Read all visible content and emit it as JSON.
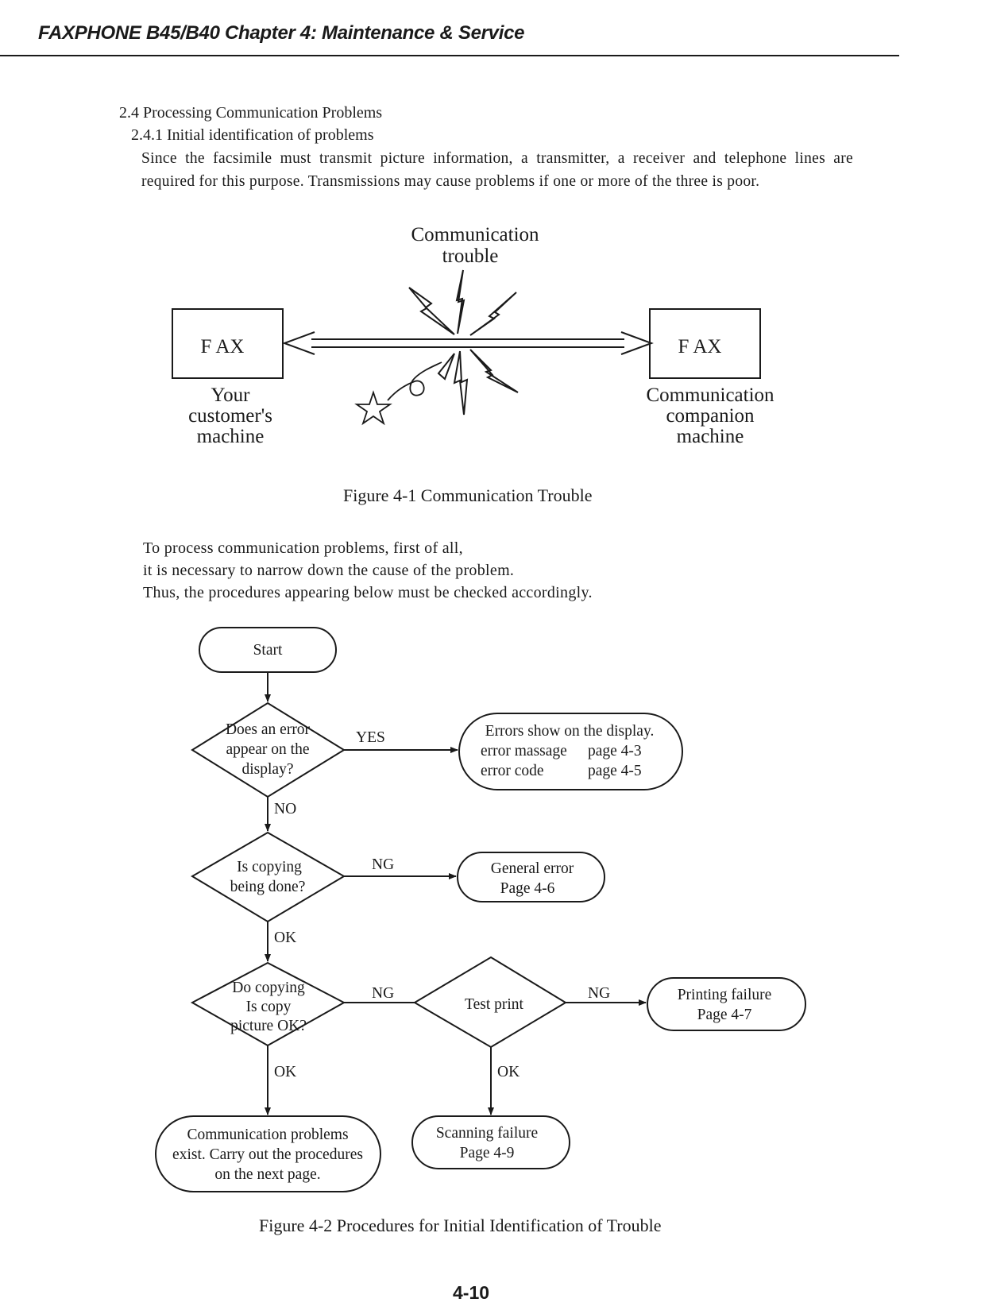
{
  "header": {
    "title": "FAXPHONE B45/B40 Chapter 4: Maintenance & Service"
  },
  "section": {
    "heading": "2.4 Processing Communication Problems",
    "subheading": "2.4.1 Initial identification of problems",
    "paragraph": "Since the facsimile must transmit picture information, a transmitter, a receiver and telephone lines are required for this purpose. Transmissions may cause problems if one or more of the three is poor."
  },
  "figure1": {
    "trouble_label": [
      "Communication",
      "trouble"
    ],
    "left_box": "F AX",
    "right_box": "F AX",
    "left_caption": [
      "Your",
      "customer's",
      "machine"
    ],
    "right_caption": [
      "Communication",
      "companion",
      "machine"
    ],
    "caption": "Figure 4-1 Communication Trouble"
  },
  "intro": {
    "lines": [
      "To process communication problems, first of all,",
      "it is necessary to narrow down the cause of the problem.",
      "Thus, the procedures appearing below must be checked accordingly."
    ]
  },
  "figure2": {
    "start": "Start",
    "q1": [
      "Does an error",
      "appear on the",
      "display?"
    ],
    "q1_yes": "YES",
    "q1_no": "NO",
    "errors_box": [
      "Errors show on the display.",
      "error massage",
      "page 4-3",
      "error code",
      "page 4-5"
    ],
    "q2": [
      "Is copying",
      "being done?"
    ],
    "q2_ng": "NG",
    "q2_ok": "OK",
    "general_box": [
      "General error",
      "Page 4-6"
    ],
    "q3": [
      "Do copying",
      "Is copy",
      "picture OK?"
    ],
    "q3_ng": "NG",
    "q3_ok": "OK",
    "test_print": "Test print",
    "tp_ng": "NG",
    "tp_ok": "OK",
    "printing_box": [
      "Printing failure",
      "Page 4-7"
    ],
    "scanning_box": [
      "Scanning failure",
      "Page 4-9"
    ],
    "comm_box": [
      "Communication problems",
      "exist. Carry out the procedures",
      "on the next page."
    ],
    "caption": "Figure 4-2 Procedures for Initial Identification of Trouble"
  },
  "footer": {
    "page_number": "4-10"
  }
}
